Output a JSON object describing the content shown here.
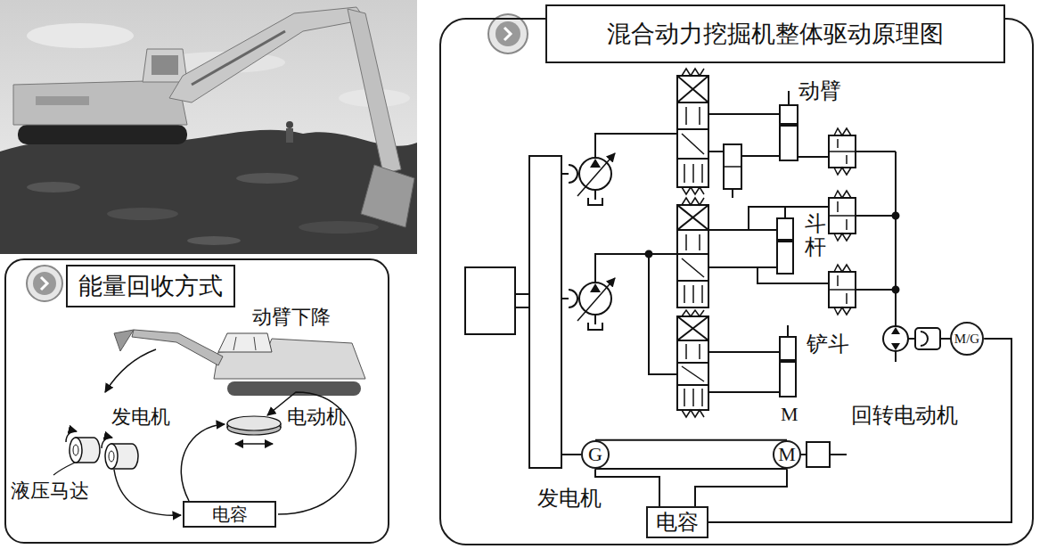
{
  "diagram": {
    "nodes": [
      {
        "text": [
          "能量回收方式"
        ]
      },
      {
        "text": [
          "电容"
        ],
        "in": 0
      },
      {
        "text": [
          "混合动力挖掘机整体驱动原理图"
        ]
      },
      {
        "text": [
          "M/G"
        ],
        "in": 2
      },
      {
        "text": [
          "G"
        ],
        "in": 2
      },
      {
        "text": [
          "M"
        ],
        "in": 2
      },
      {
        "text": [
          "电容"
        ],
        "in": 2
      }
    ],
    "edges": [
      {
        "from": 4,
        "to": 5,
        "arrow": "none"
      },
      {
        "from": 4,
        "to": 6,
        "arrow": "none"
      },
      {
        "from": 5,
        "to": 6,
        "arrow": "none"
      },
      {
        "from": 3,
        "to": 6,
        "arrow": "none"
      }
    ],
    "labels": [
      "动臂下降",
      "发电机",
      "电动机",
      "液压马达",
      "动臂",
      "斗杆",
      "铲斗",
      "M",
      "回转电动机",
      "发电机"
    ]
  }
}
